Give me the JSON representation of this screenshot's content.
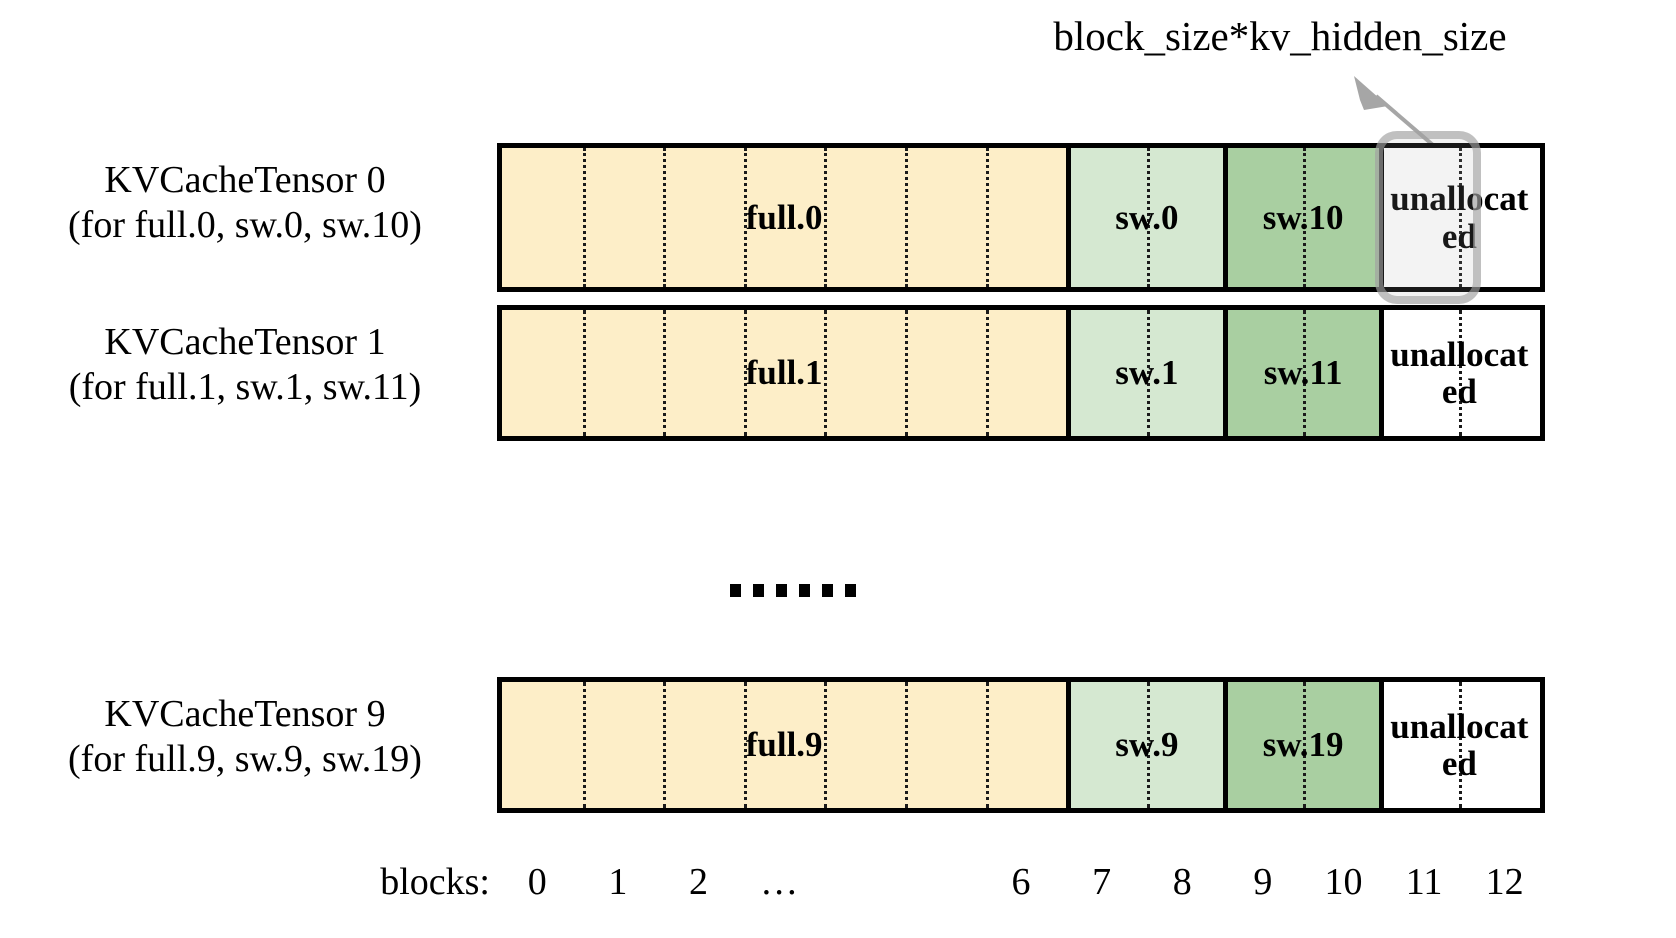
{
  "annotation": {
    "text": "block_size*kv_hidden_size",
    "arrow_icon": "arrow-up-right-icon",
    "color": "#a6a6a6"
  },
  "colors": {
    "full_fill": "#fdeec8",
    "sw_light_fill": "#d5e8d1",
    "sw_dark_fill": "#a9cfa1",
    "unallocated_fill": "#ffffff",
    "border": "#000000",
    "highlight": "#a0a0a0",
    "highlight_text": "#5a5a5a"
  },
  "rows": [
    {
      "label_line1": "KVCacheTensor 0",
      "label_line2": "(for full.0, sw.0, sw.10)",
      "regions": [
        {
          "name": "full",
          "label": "full.0",
          "blocks": 7,
          "fill": "#fdeec8"
        },
        {
          "name": "sw-light",
          "label": "sw.0",
          "blocks": 2,
          "fill": "#d5e8d1"
        },
        {
          "name": "sw-dark",
          "label": "sw.10",
          "blocks": 2,
          "fill": "#a9cfa1"
        },
        {
          "name": "unallocated",
          "label": "unallocated",
          "blocks": 2,
          "fill": "#ffffff"
        }
      ],
      "highlighted_block": 11
    },
    {
      "label_line1": "KVCacheTensor 1",
      "label_line2": "(for full.1, sw.1, sw.11)",
      "regions": [
        {
          "name": "full",
          "label": "full.1",
          "blocks": 7,
          "fill": "#fdeec8"
        },
        {
          "name": "sw-light",
          "label": "sw.1",
          "blocks": 2,
          "fill": "#d5e8d1"
        },
        {
          "name": "sw-dark",
          "label": "sw.11",
          "blocks": 2,
          "fill": "#a9cfa1"
        },
        {
          "name": "unallocated",
          "label": "unallocated",
          "blocks": 2,
          "fill": "#ffffff"
        }
      ],
      "highlighted_block": null
    },
    {
      "label_line1": "KVCacheTensor 9",
      "label_line2": "(for full.9, sw.9, sw.19)",
      "regions": [
        {
          "name": "full",
          "label": "full.9",
          "blocks": 7,
          "fill": "#fdeec8"
        },
        {
          "name": "sw-light",
          "label": "sw.9",
          "blocks": 2,
          "fill": "#d5e8d1"
        },
        {
          "name": "sw-dark",
          "label": "sw.19",
          "blocks": 2,
          "fill": "#a9cfa1"
        },
        {
          "name": "unallocated",
          "label": "unallocated",
          "blocks": 2,
          "fill": "#ffffff"
        }
      ],
      "highlighted_block": null
    }
  ],
  "ellipsis": {
    "symbol": "......",
    "dot_count": 6
  },
  "axis": {
    "title": "blocks:",
    "ticks": [
      "0",
      "1",
      "2",
      "…",
      "6",
      "7",
      "8",
      "9",
      "10",
      "11",
      "12"
    ],
    "tick_block_indices": [
      0,
      1,
      2,
      3,
      6,
      7,
      8,
      9,
      10,
      11,
      12
    ]
  }
}
